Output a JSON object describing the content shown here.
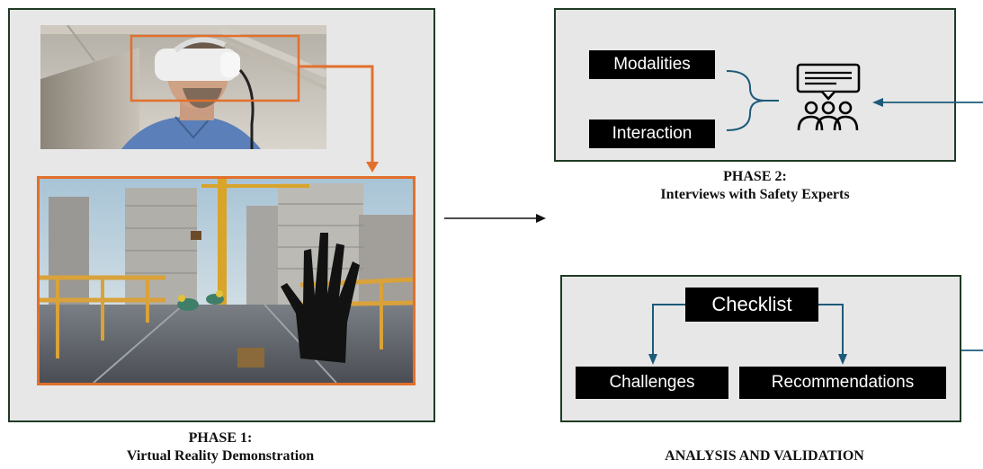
{
  "phase1": {
    "title": "PHASE 1:",
    "subtitle": "Virtual Reality Demonstration"
  },
  "phase2": {
    "title": "PHASE 2:",
    "subtitle": "Interviews with Safety Experts",
    "inputs": [
      "Modalities",
      "Interaction"
    ],
    "icon": "expert-discussion-icon"
  },
  "analysis": {
    "title": "ANALYSIS AND VALIDATION",
    "root": "Checklist",
    "children": [
      "Challenges",
      "Recommendations"
    ]
  },
  "colors": {
    "panel_bg": "#e7e7e7",
    "panel_border": "#1f3b24",
    "highlight": "#e2702c",
    "connector": "#1d5a7a",
    "label_bg": "#000000"
  }
}
